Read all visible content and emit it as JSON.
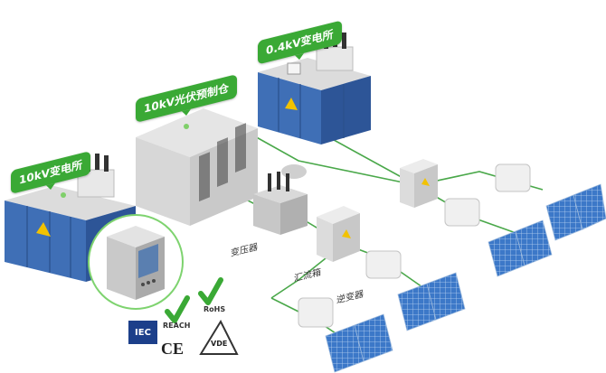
{
  "labels": {
    "substation_10kv": "10kV变电所",
    "prefab_cabinet": "10kV光伏预制仓",
    "substation_04kv": "0.4kV变电所",
    "transformer": "变压器",
    "combiner_box": "汇流箱",
    "inverter": "逆变器"
  },
  "certs": {
    "iec": "IEC",
    "reach": "REACH",
    "rohs": "RoHS",
    "ce": "CE",
    "vde": "VDE"
  },
  "colors": {
    "accent_green": "#3aa935",
    "substation_blue": "#3f6fb6",
    "solar_blue": "#3c78c8",
    "line_green": "#4aa84a"
  }
}
